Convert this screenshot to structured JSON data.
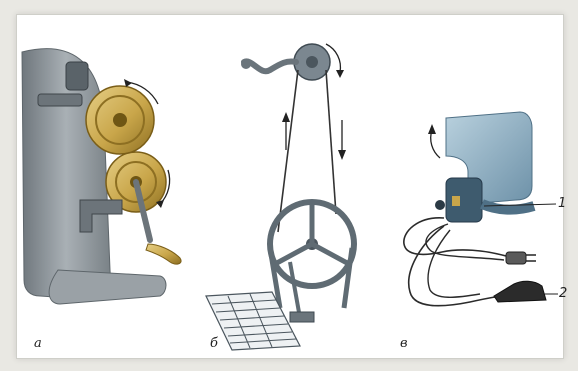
{
  "figure": {
    "panels": [
      {
        "id": "a",
        "label": "а",
        "content": "hand-crank-drive"
      },
      {
        "id": "b",
        "label": "б",
        "content": "foot-treadle-drive"
      },
      {
        "id": "v",
        "label": "в",
        "content": "electric-motor-drive"
      }
    ],
    "callouts": [
      {
        "number": "1",
        "target": "electric-motor"
      },
      {
        "number": "2",
        "target": "foot-pedal-controller"
      }
    ]
  },
  "colors": {
    "brass": "#c9a64a",
    "brass_dark": "#8d6f22",
    "machine_grey": "#8d959b",
    "steel": "#5e6a72",
    "motor_blue": "#8fb2c6",
    "motor_blue_dark": "#4f7086",
    "cable": "#2b2b2b"
  }
}
